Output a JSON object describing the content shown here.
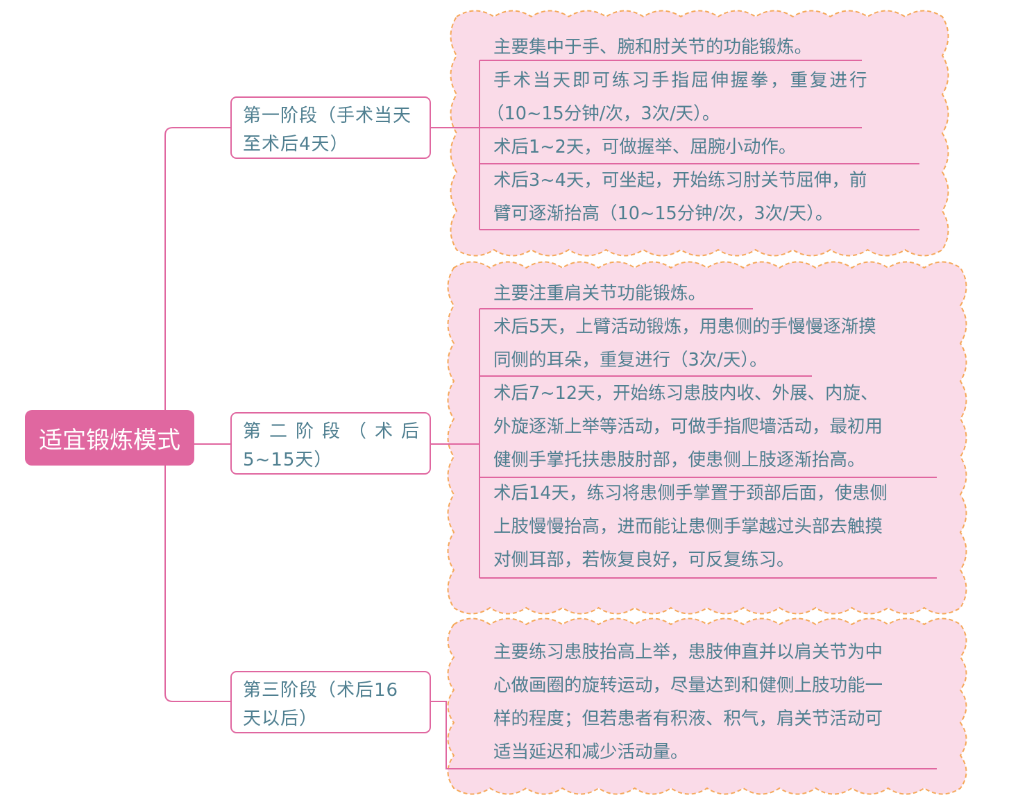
{
  "colors": {
    "root_fill": "#e067a0",
    "connector": "#e067a0",
    "cloud_fill": "#fadbe8",
    "cloud_border": "#f5a85a",
    "text": "#4f7f90"
  },
  "root": {
    "label": "适宜锻炼模式"
  },
  "stages": [
    {
      "label_lines": [
        "第一阶段（手术当天",
        "至术后4天）"
      ],
      "items": [
        {
          "lines": [
            "主要集中于手、腕和肘关节的功能锻炼。"
          ]
        },
        {
          "lines": [
            "手术当天即可练习手指屈伸握拳，重复进行",
            "（10~15分钟/次，3次/天）。"
          ]
        },
        {
          "lines": [
            "术后1~2天，可做握举、屈腕小动作。"
          ]
        },
        {
          "lines": [
            "术后3~4天，可坐起，开始练习肘关节屈伸，前",
            "臂可逐渐抬高（10~15分钟/次，3次/天）。"
          ]
        }
      ]
    },
    {
      "label_lines": [
        "第 二 阶 段 （ 术 后",
        "5~15天）"
      ],
      "items": [
        {
          "lines": [
            "主要注重肩关节功能锻炼。"
          ]
        },
        {
          "lines": [
            "术后5天，上臂活动锻炼，用患侧的手慢慢逐渐摸",
            "同侧的耳朵，重复进行（3次/天）。"
          ]
        },
        {
          "lines": [
            "术后7~12天，开始练习患肢内收、外展、内旋、",
            "外旋逐渐上举等活动，可做手指爬墙活动，最初用",
            "健侧手掌托扶患肢肘部，使患侧上肢逐渐抬高。"
          ]
        },
        {
          "lines": [
            "术后14天，练习将患侧手掌置于颈部后面，使患侧",
            "上肢慢慢抬高，进而能让患侧手掌越过头部去触摸",
            "对侧耳部，若恢复良好，可反复练习。"
          ]
        }
      ]
    },
    {
      "label_lines": [
        "第三阶段（术后16",
        "天以后）"
      ],
      "items": [
        {
          "lines": [
            "主要练习患肢抬高上举，患肢伸直并以肩关节为中",
            "心做画圈的旋转运动，尽量达到和健侧上肢功能一",
            "样的程度；但若患者有积液、积气，肩关节活动可",
            "适当延迟和减少活动量。"
          ]
        }
      ]
    }
  ]
}
